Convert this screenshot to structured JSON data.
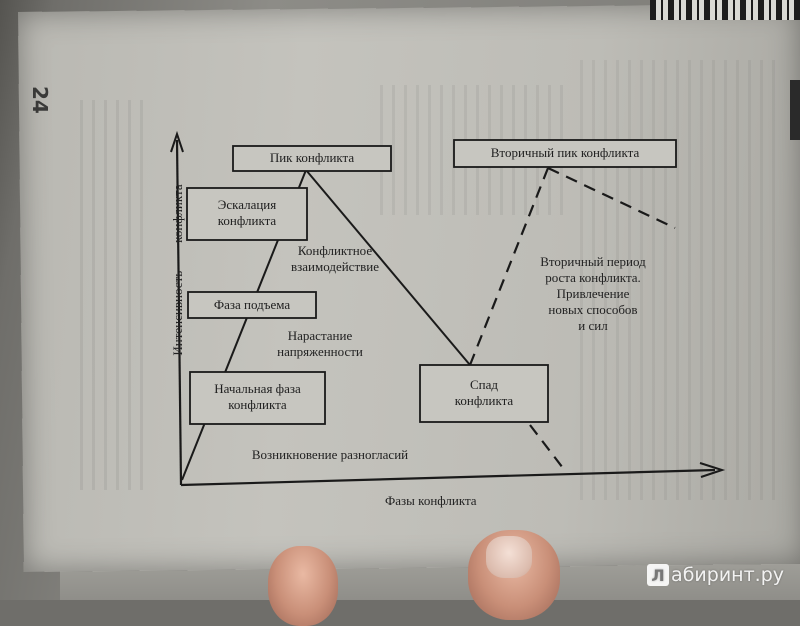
{
  "page": {
    "number": "24"
  },
  "diagram": {
    "boxes": {
      "initial": "Начальная фаза\nконфликта",
      "rise": "Фаза подъема",
      "escalation": "Эскалация\nконфликта",
      "peak": "Пик конфликта",
      "decline": "Спад\nконфликта",
      "secondary_peak": "Вторичный пик конфликта"
    },
    "labels": {
      "disagreement": "Возникновение разногласий",
      "tension": "Нарастание\nнапряженности",
      "interaction": "Конфликтное\nвзаимодействие",
      "secondary_period": "Вторичный период\nроста конфликта.\nПривлечение\nновых способов\nи сил"
    },
    "axes": {
      "y_label_a": "Интенсивность",
      "y_label_b": "конфликта",
      "x_label": "Фазы конфликта"
    }
  },
  "watermark": {
    "badge": "Л",
    "text": "абиринт.ру"
  }
}
